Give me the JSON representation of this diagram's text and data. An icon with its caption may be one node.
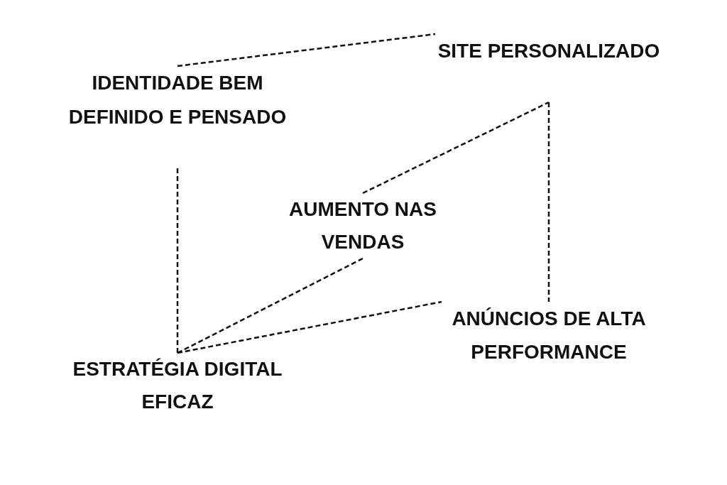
{
  "diagram": {
    "nodes": [
      {
        "text": [
          "IDENTIDADE BEM DEFINIDO E PENSADO"
        ]
      },
      {
        "text": [
          "SITE PERSONALIZADO"
        ]
      },
      {
        "text": [
          "AUMENTO NAS VENDAS"
        ]
      },
      {
        "text": [
          "ANÚNCIOS DE ALTA PERFORMANCE"
        ]
      },
      {
        "text": [
          "ESTRATÉGIA DIGITAL EFICAZ"
        ]
      }
    ],
    "edges": [
      {
        "from": 0,
        "to": 1,
        "arrow": "none",
        "style": "dashed"
      },
      {
        "from": 0,
        "to": 4,
        "arrow": "none",
        "style": "dashed"
      },
      {
        "from": 1,
        "to": 3,
        "arrow": "none",
        "style": "dashed"
      },
      {
        "from": 4,
        "to": 3,
        "arrow": "none",
        "style": "dashed"
      },
      {
        "from": 4,
        "to": 2,
        "arrow": "none",
        "style": "dashed"
      },
      {
        "from": 2,
        "to": 1,
        "arrow": "none",
        "style": "dashed"
      }
    ]
  }
}
